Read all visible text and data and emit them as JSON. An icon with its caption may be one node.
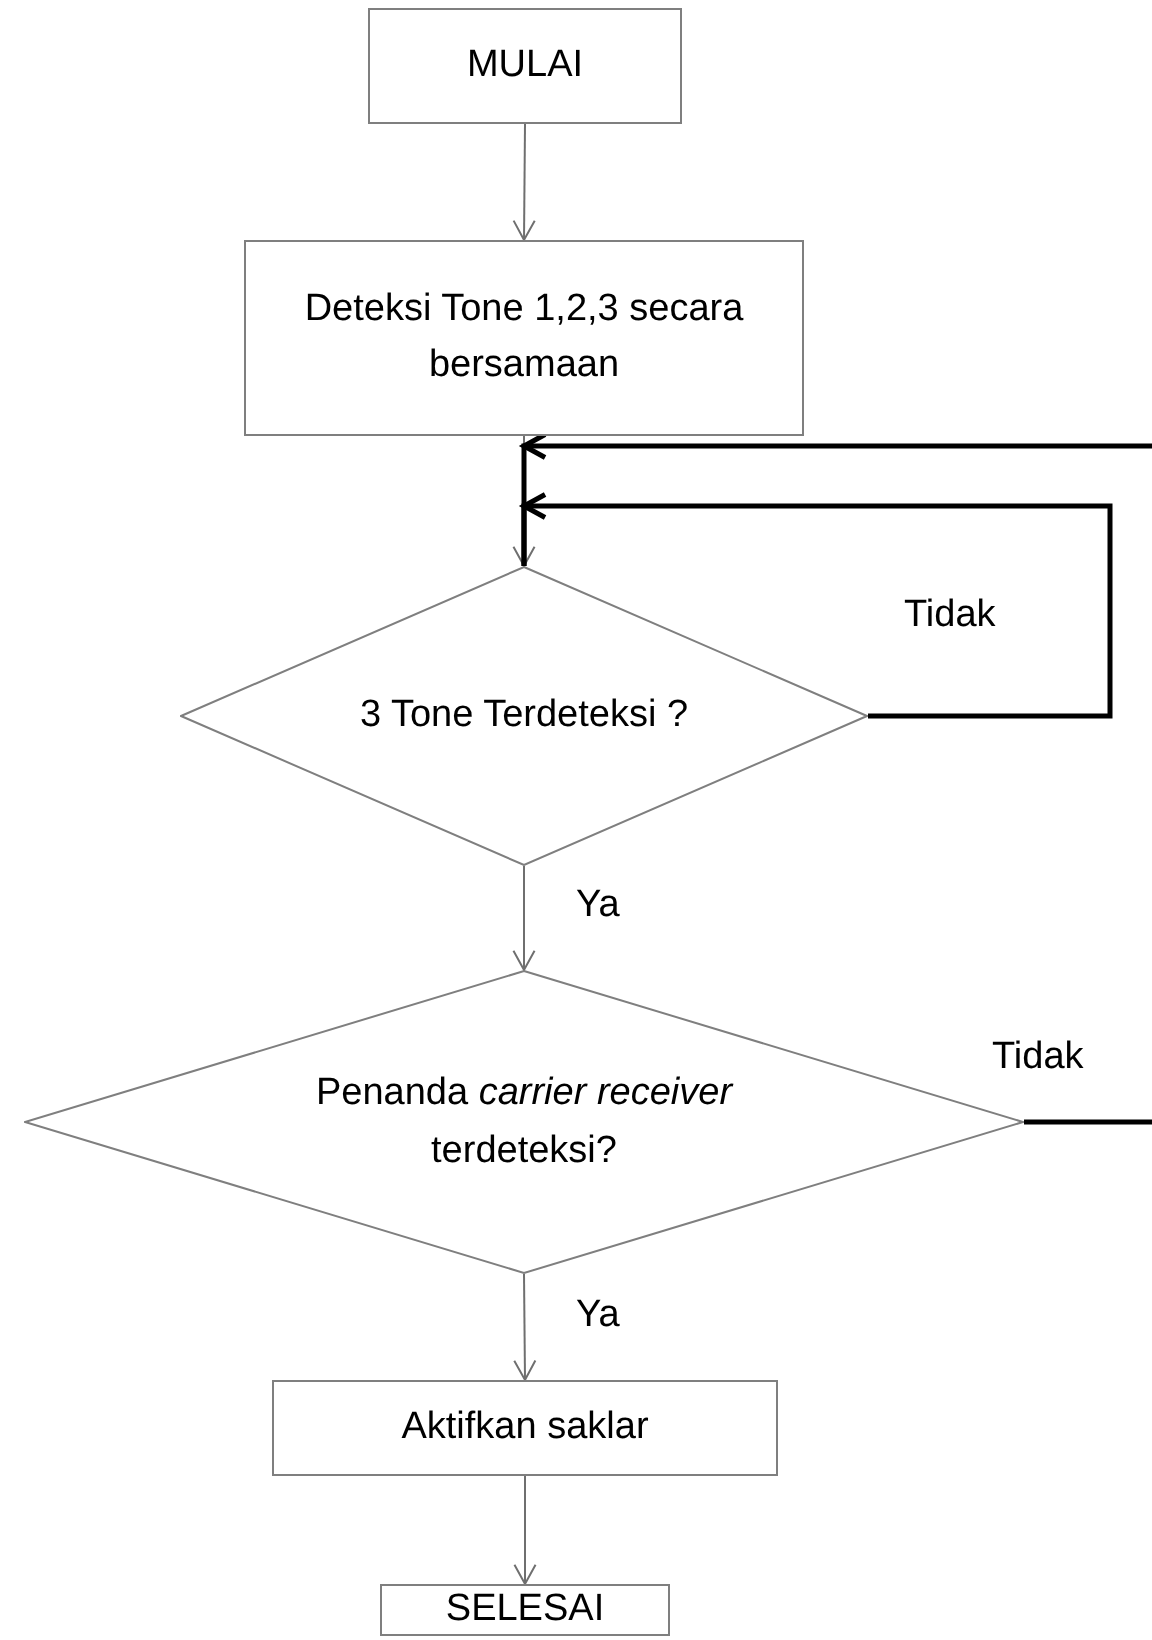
{
  "diagram": {
    "nodes": [
      {
        "text": [
          "MULAI"
        ]
      },
      {
        "text": [
          "Deteksi  Tone 1,2,3 secara bersamaan"
        ]
      },
      {
        "text": [
          "3 Tone Terdeteksi ?"
        ]
      },
      {
        "text": [
          "Penanda *carrier receiver* terdeteksi?"
        ]
      },
      {
        "text": [
          "Aktifkan saklar"
        ]
      },
      {
        "text": [
          "SELESAI"
        ]
      }
    ],
    "edges": [
      {
        "from": 0,
        "to": 1,
        "arrow": "to"
      },
      {
        "from": 1,
        "to": 2,
        "arrow": "to"
      },
      {
        "from": 2,
        "to": 3,
        "arrow": "to",
        "label": "Ya"
      },
      {
        "from": 3,
        "to": 4,
        "arrow": "to",
        "label": "Ya"
      },
      {
        "from": 4,
        "to": 5,
        "arrow": "to"
      },
      {
        "from": 2,
        "to": 2,
        "arrow": "to",
        "label": "Tidak",
        "style": "thick",
        "color": "#000000"
      },
      {
        "from": 3,
        "to": 2,
        "arrow": "to",
        "label": "Tidak",
        "style": "thick",
        "color": "#000000"
      }
    ]
  }
}
